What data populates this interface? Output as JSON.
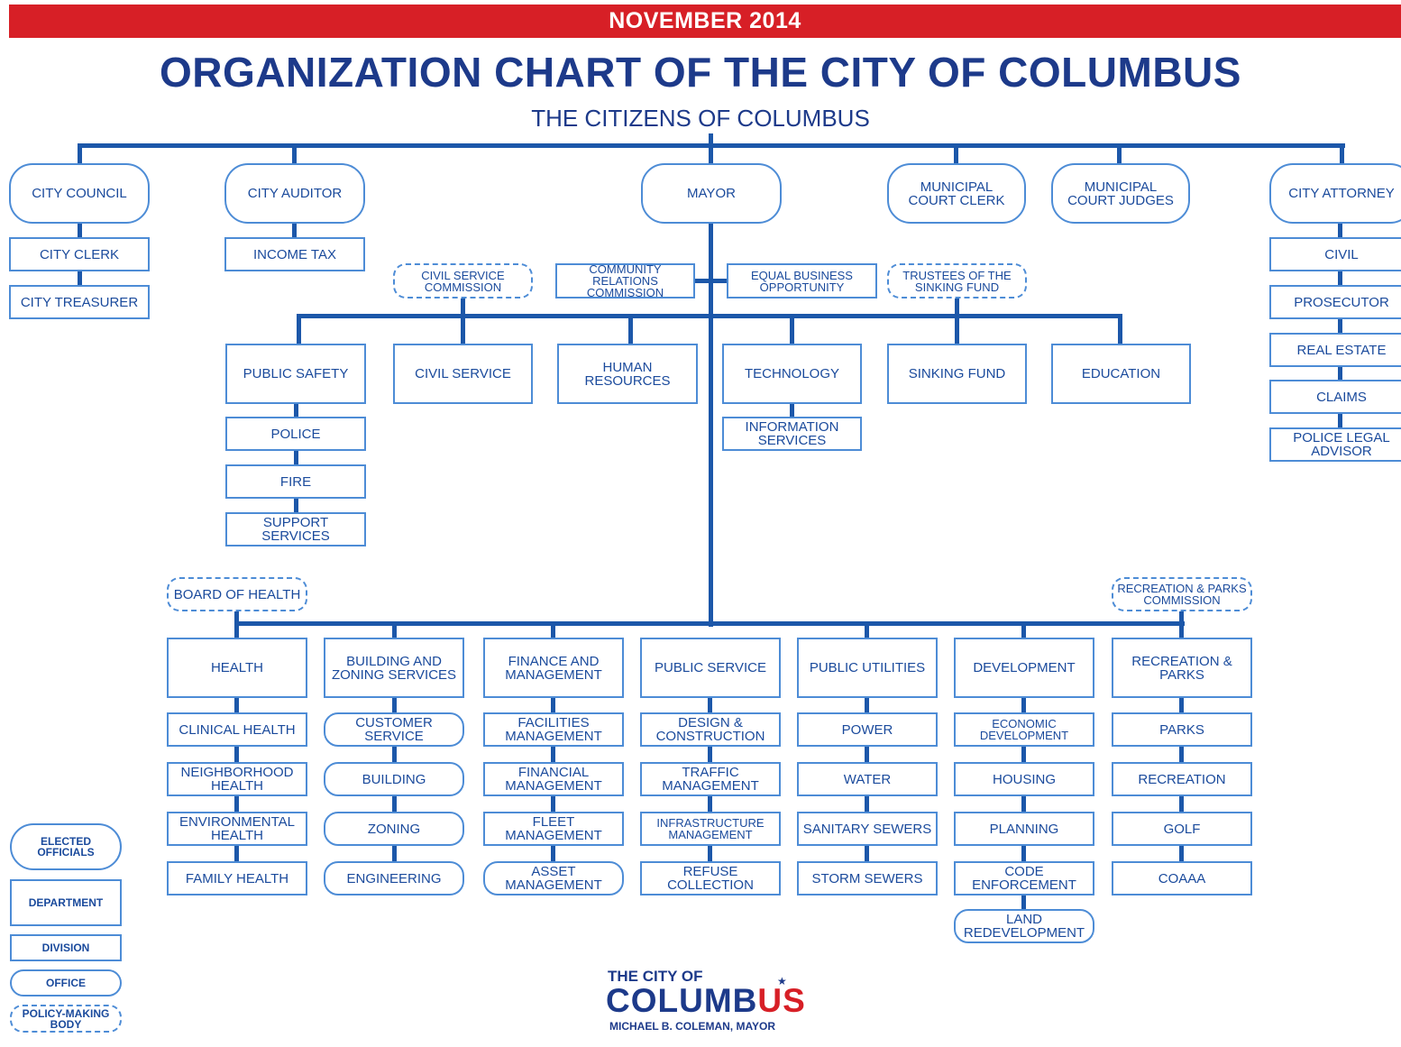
{
  "header": {
    "date_banner": "NOVEMBER 2014",
    "title": "ORGANIZATION CHART OF THE CITY OF COLUMBUS",
    "subtitle": "THE CITIZENS OF COLUMBUS"
  },
  "top": {
    "city_council": "CITY COUNCIL",
    "city_clerk": "CITY CLERK",
    "city_treasurer": "CITY TREASURER",
    "city_auditor": "CITY AUDITOR",
    "income_tax": "INCOME TAX",
    "mayor": "MAYOR",
    "municipal_court_clerk": "MUNICIPAL\nCOURT CLERK",
    "municipal_court_judges": "MUNICIPAL\nCOURT JUDGES",
    "city_attorney": "CITY ATTORNEY",
    "attorney_divisions": [
      "CIVIL",
      "PROSECUTOR",
      "REAL ESTATE",
      "CLAIMS",
      "POLICE LEGAL ADVISOR"
    ]
  },
  "mayor_bodies": {
    "civil_service_commission": "CIVIL SERVICE\nCOMMISSION",
    "community_relations_commission": "COMMUNITY RELATIONS\nCOMMISSION",
    "equal_business_opportunity": "EQUAL BUSINESS\nOPPORTUNITY",
    "trustees_sinking_fund": "TRUSTEES OF THE\nSINKING FUND"
  },
  "middle": {
    "public_safety": "PUBLIC SAFETY",
    "public_safety_divisions": [
      "POLICE",
      "FIRE",
      "SUPPORT SERVICES"
    ],
    "civil_service": "CIVIL SERVICE",
    "human_resources": "HUMAN RESOURCES",
    "technology": "TECHNOLOGY",
    "information_services": "INFORMATION SERVICES",
    "sinking_fund": "SINKING FUND",
    "education": "EDUCATION"
  },
  "bottom": {
    "board_of_health": "BOARD OF HEALTH",
    "recreation_parks_commission": "RECREATION & PARKS\nCOMMISSION",
    "health": {
      "name": "HEALTH",
      "divisions": [
        "CLINICAL HEALTH",
        "NEIGHBORHOOD HEALTH",
        "ENVIRONMENTAL HEALTH",
        "FAMILY HEALTH"
      ]
    },
    "building": {
      "name": "BUILDING AND\nZONING SERVICES",
      "divisions": [
        "CUSTOMER SERVICE",
        "BUILDING",
        "ZONING",
        "ENGINEERING"
      ]
    },
    "finance": {
      "name": "FINANCE AND\nMANAGEMENT",
      "divisions": [
        "FACILITIES MANAGEMENT",
        "FINANCIAL MANAGEMENT",
        "FLEET MANAGEMENT",
        "ASSET MANAGEMENT"
      ]
    },
    "public_service": {
      "name": "PUBLIC SERVICE",
      "divisions": [
        "DESIGN & CONSTRUCTION",
        "TRAFFIC MANAGEMENT",
        "INFRASTRUCTURE\nMANAGEMENT",
        "REFUSE COLLECTION"
      ]
    },
    "public_utilities": {
      "name": "PUBLIC UTILITIES",
      "divisions": [
        "POWER",
        "WATER",
        "SANITARY SEWERS",
        "STORM SEWERS"
      ]
    },
    "development": {
      "name": "DEVELOPMENT",
      "divisions": [
        "ECONOMIC\nDEVELOPMENT",
        "HOUSING",
        "PLANNING",
        "CODE ENFORCEMENT",
        "LAND REDEVELOPMENT"
      ]
    },
    "recreation": {
      "name": "RECREATION & PARKS",
      "divisions": [
        "PARKS",
        "RECREATION",
        "GOLF",
        "COAAA"
      ]
    }
  },
  "legend": {
    "elected": "ELECTED OFFICIALS",
    "department": "DEPARTMENT",
    "division": "DIVISION",
    "office": "OFFICE",
    "policy": "POLICY-MAKING\nBODY"
  },
  "logo": {
    "line1": "THE CITY OF",
    "main_part1": "COLUMB",
    "main_part2": "US",
    "mayor_line": "MICHAEL B. COLEMAN, MAYOR"
  },
  "colors": {
    "banner_red": "#d71f26",
    "title_blue": "#1d3a8a",
    "line_blue": "#1c57a9",
    "box_border": "#4d8cd6"
  }
}
